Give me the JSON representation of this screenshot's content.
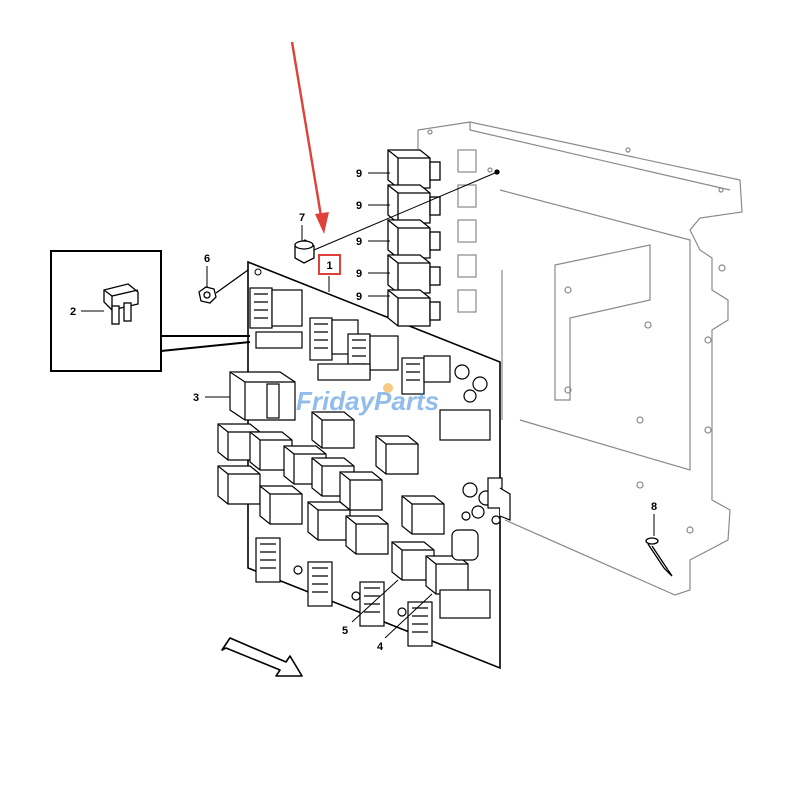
{
  "callouts": {
    "c1": "1",
    "c2": "2",
    "c3": "3",
    "c4": "4",
    "c5": "5",
    "c6": "6",
    "c7": "7",
    "c8": "8",
    "c9": "9"
  },
  "watermark": {
    "text": "FridayParts"
  },
  "colors": {
    "line": "#000000",
    "bracket": "#888888",
    "highlight": "#e0403a",
    "watermark": "#3a86d8",
    "watermark_accent": "#f0a020"
  }
}
